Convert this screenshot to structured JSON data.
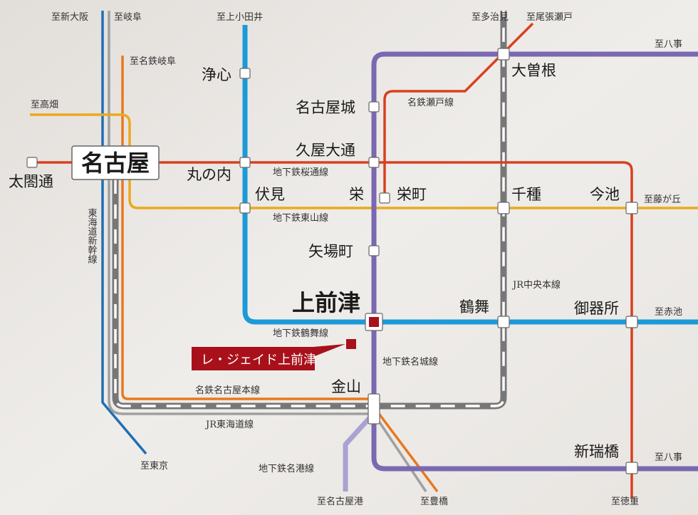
{
  "colors": {
    "shinkansen": "#1f6fb2",
    "jr_tokaido": "#a0a0a0",
    "jr_chuo": "#777777",
    "meitetsu_nagoya": "#e8781e",
    "higashiyama": "#eba91f",
    "sakuradori": "#d9401e",
    "tsurumai": "#1c9ad8",
    "meijo": "#7b68b0",
    "meiko": "#a9a2d2",
    "seto": "#d9401e",
    "property": "#a8111a"
  },
  "destinations": {
    "shin_osaka": "至新大阪",
    "gifu": "至岐阜",
    "kami_otai": "至上小田井",
    "meitetsu_gifu": "至名鉄岐阜",
    "takabata": "至高畑",
    "tajimi": "至多治見",
    "owari_seto": "至尾張瀬戸",
    "yagoto_top": "至八事",
    "fujigaoka": "至藤が丘",
    "akaike": "至赤池",
    "yagoto_bottom": "至八事",
    "tokushige": "至徳重",
    "tokyo": "至東京",
    "nagoyako": "至名古屋港",
    "toyohashi": "至豊橋"
  },
  "lines": {
    "sakuradori": "地下鉄桜通線",
    "higashiyama": "地下鉄東山線",
    "seto": "名鉄瀬戸線",
    "chuo": "JR中央本線",
    "tsurumai": "地下鉄鶴舞線",
    "meijo": "地下鉄名城線",
    "meitetsu_nagoya": "名鉄名古屋本線",
    "tokaido": "JR東海道線",
    "meiko": "地下鉄名港線",
    "shinkansen": "東海道新幹線"
  },
  "stations": {
    "nagoya": "名古屋",
    "taikodori": "太閤通",
    "joshin": "浄心",
    "marunouchi": "丸の内",
    "fushimi": "伏見",
    "nagoyajo": "名古屋城",
    "hisaya_odori": "久屋大通",
    "sakae": "栄",
    "sakaemachi": "栄町",
    "yabacho": "矢場町",
    "kamimaezu": "上前津",
    "kanayama": "金山",
    "ozone": "大曽根",
    "chikusa": "千種",
    "imaike": "今池",
    "tsurumai": "鶴舞",
    "gokiso": "御器所",
    "aratamabashi": "新瑞橋"
  },
  "property": {
    "name": "レ・ジェイド上前津"
  }
}
